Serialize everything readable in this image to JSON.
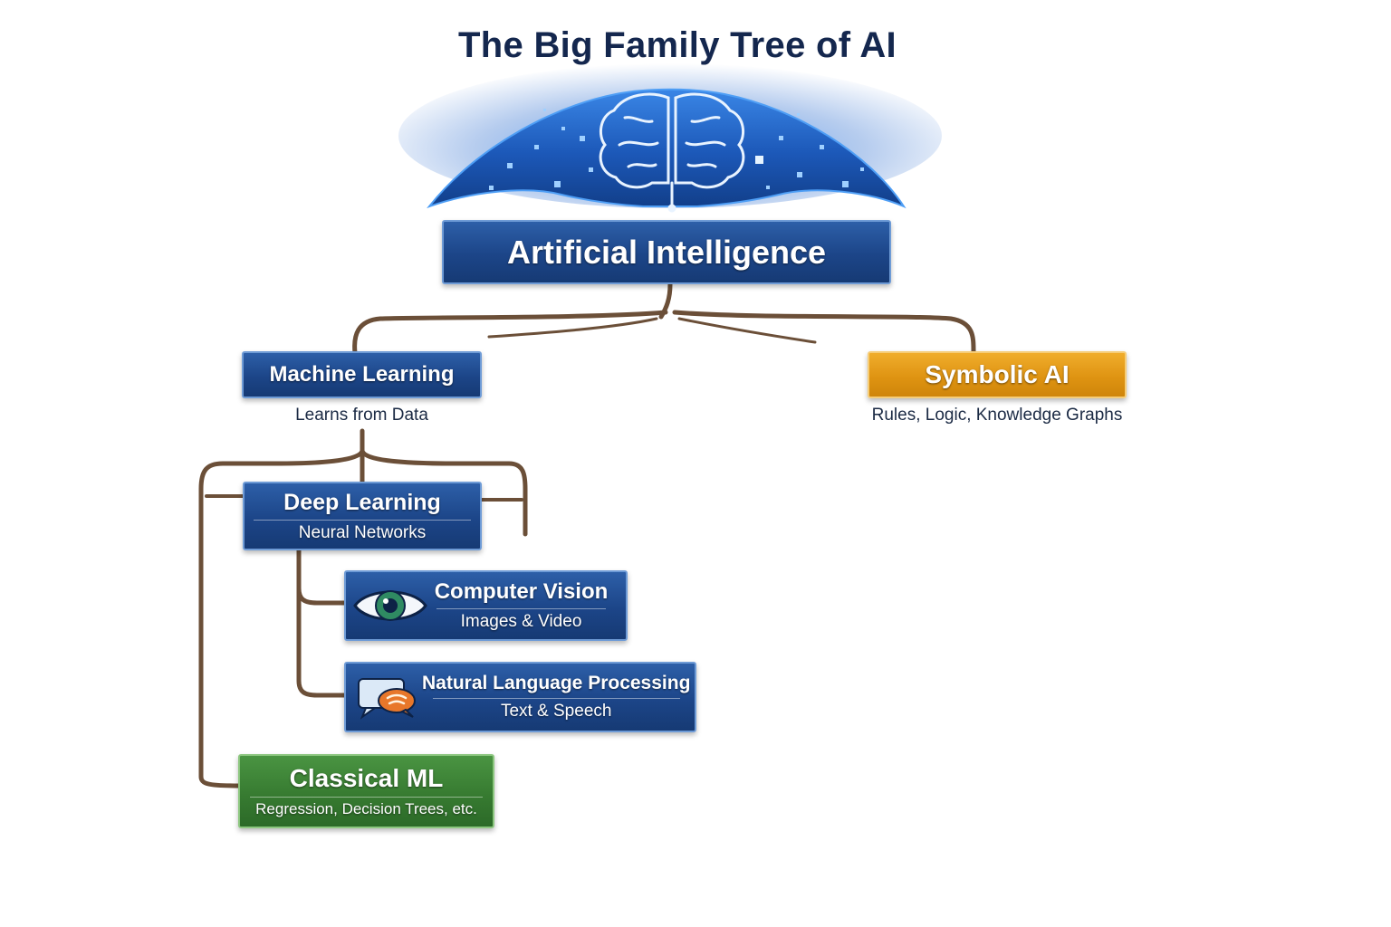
{
  "title": "The Big Family Tree of AI",
  "colors": {
    "navy": "#1c4588",
    "orange": "#df9412",
    "green": "#377b31",
    "branch": "#6b4f38"
  },
  "root": {
    "label": "Artificial Intelligence",
    "icon": "brain-circuit-icon"
  },
  "machine_learning": {
    "label": "Machine Learning",
    "caption": "Learns from Data"
  },
  "symbolic_ai": {
    "label": "Symbolic AI",
    "caption": "Rules, Logic, Knowledge Graphs"
  },
  "deep_learning": {
    "label": "Deep Learning",
    "sub": "Neural Networks"
  },
  "computer_vision": {
    "label": "Computer Vision",
    "sub": "Images & Video",
    "icon": "eye-icon"
  },
  "nlp": {
    "label": "Natural Language Processing",
    "sub": "Text & Speech",
    "icon": "speech-bubbles-icon"
  },
  "classical_ml": {
    "label": "Classical ML",
    "sub": "Regression, Decision Trees, etc."
  }
}
